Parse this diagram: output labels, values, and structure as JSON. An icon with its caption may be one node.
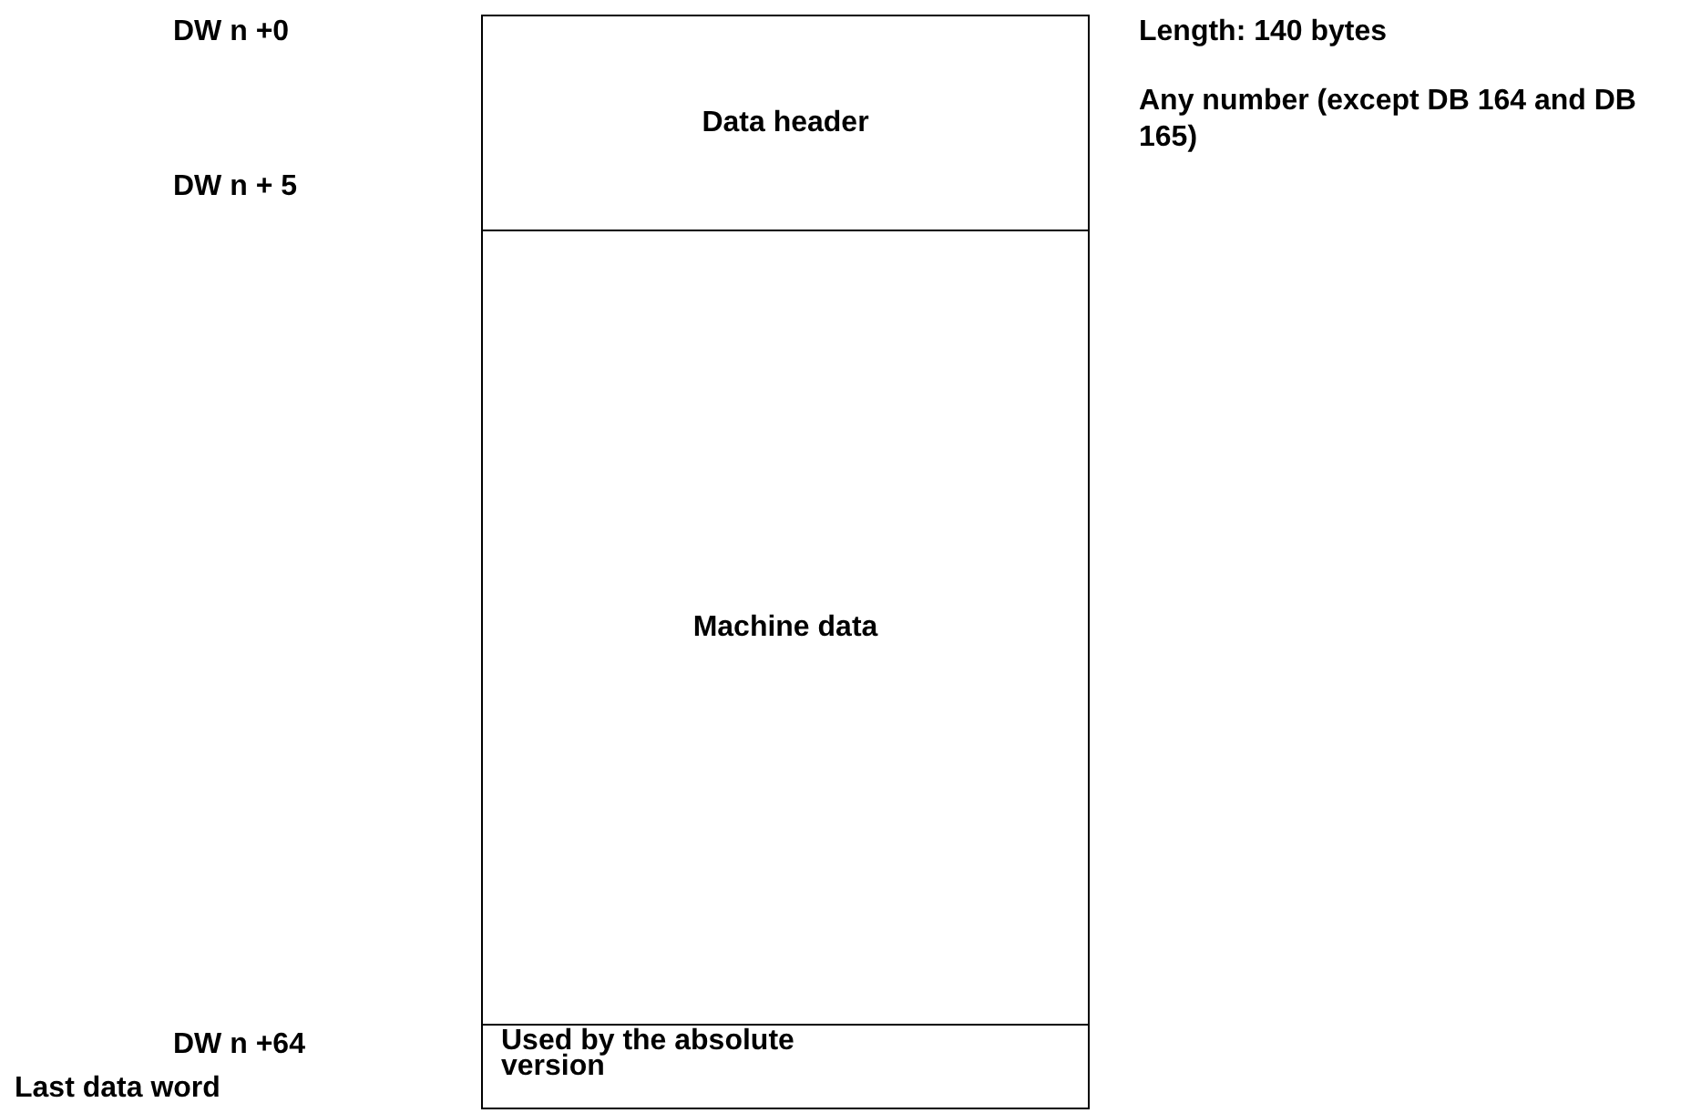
{
  "diagram": {
    "nodes": [
      {
        "text": [
          "Data header"
        ]
      },
      {
        "text": [
          "Machine data"
        ]
      },
      {
        "text": [
          "Used by the absolute version"
        ]
      }
    ],
    "labels": [
      "DW n +0",
      "Length: 140 bytes",
      "Any number (except DB 164 and DB 165)",
      "DW n + 5",
      "DW n +64",
      "Last data word"
    ]
  }
}
